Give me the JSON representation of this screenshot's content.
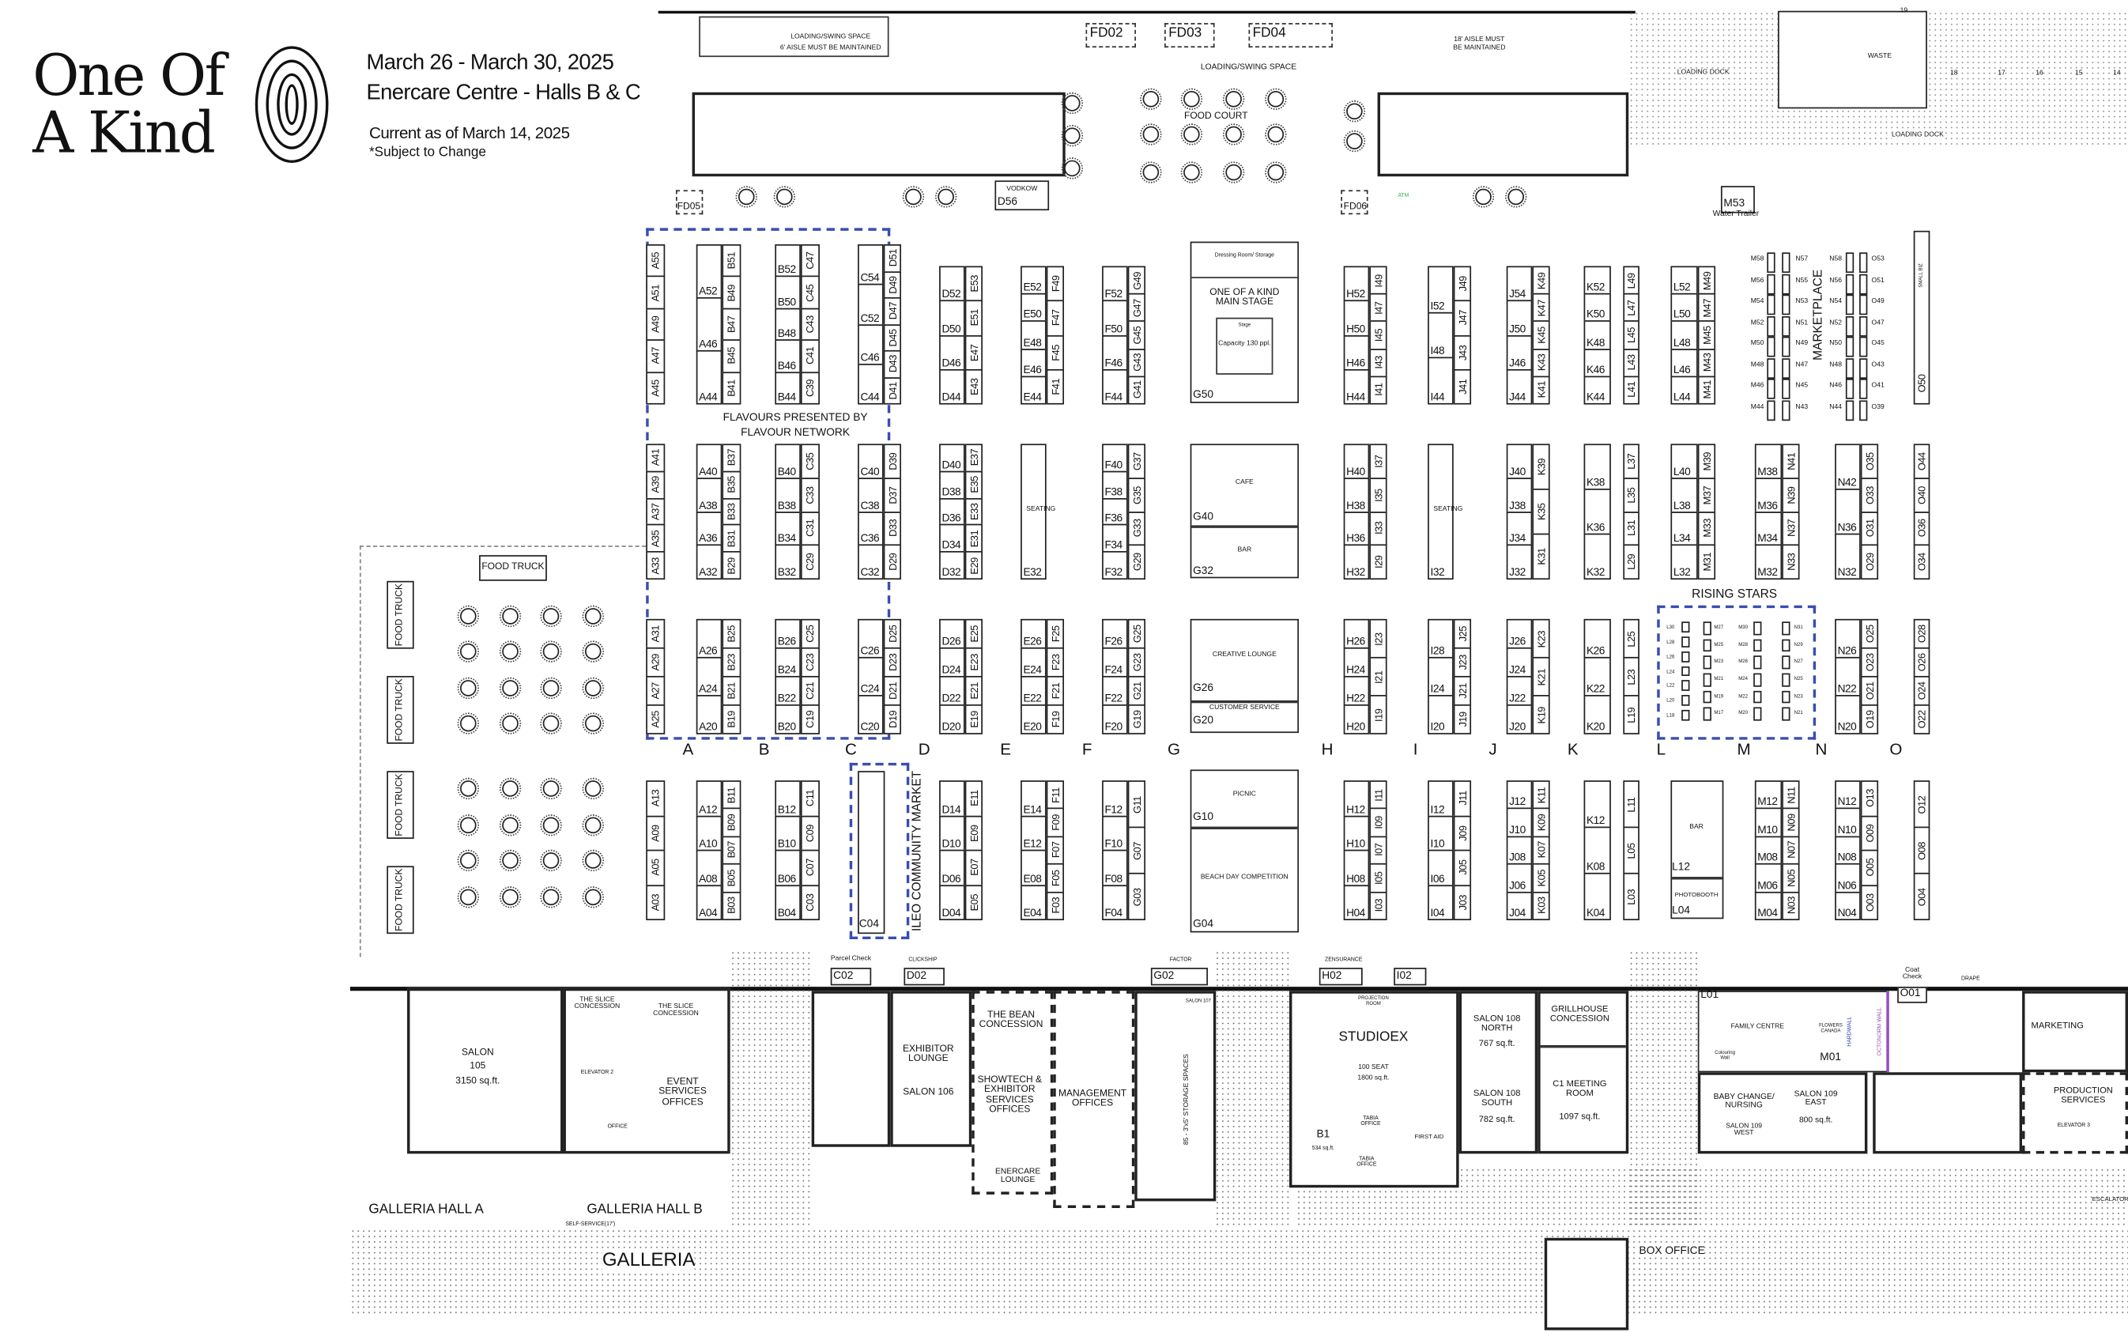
{
  "header": {
    "logo_line1": "One Of",
    "logo_line2": "A Kind",
    "dates": "March 26 - March 30, 2025",
    "venue": "Enercare Centre - Halls B & C",
    "current_as_of": "Current as of March 14, 2025",
    "disclaimer": "*Subject to Change"
  },
  "colors": {
    "feature_outline": "#3a4db0",
    "atm": "#3cb44b",
    "octonorm_wall": "#9b4fc0",
    "line": "#111111"
  },
  "top": {
    "loading_swing_left": "LOADING/SWING SPACE",
    "aisle_6": "6' AISLE MUST BE MAINTAINED",
    "fd02": "FD02",
    "fd03": "FD03",
    "fd04": "FD04",
    "loading_swing_center": "LOADING/SWING SPACE",
    "food_court": "FOOD COURT",
    "vodkow": "VODKOW",
    "d56": "D56",
    "fd05": "FD05",
    "fd06": "FD06",
    "aisle_18_line1": "18' AISLE MUST",
    "aisle_18_line2": "BE MAINTAINED",
    "loading_dock_upper": "LOADING DOCK",
    "waste": "WASTE",
    "loading_dock_lower": "LOADING DOCK",
    "m53": "M53",
    "water_trailer": "Water Trailer",
    "dock_numbers": [
      "19",
      "18",
      "17",
      "16",
      "15",
      "14"
    ],
    "atm": "ATM"
  },
  "zones": {
    "flavours_line1": "FLAVOURS PRESENTED BY",
    "flavours_line2": "FLAVOUR NETWORK",
    "rising_stars": "RISING STARS",
    "marketplace": "MARKETPLACE",
    "small_biz": "SMALL BIZ",
    "community_market": "ILEO COMMUNITY MARKET",
    "food_truck": "FOOD TRUCK",
    "main_stage_line1": "ONE OF A KIND",
    "main_stage_line2": "MAIN STAGE",
    "dressing_room": "Dressing Room/ Storage",
    "stage": "Stage",
    "capacity": "Capacity 130 ppl.",
    "g50": "G50",
    "cafe": "CAFE",
    "g40": "G40",
    "bar": "BAR",
    "g32": "G32",
    "creative_lounge": "CREATIVE LOUNGE",
    "g26": "G26",
    "customer_service": "CUSTOMER SERVICE",
    "g20": "G20",
    "picnic": "PICNIC",
    "g10": "G10",
    "beach_day": "BEACH DAY COMPETITION",
    "g04": "G04",
    "seating": "SEATING",
    "l_bar": "BAR",
    "l12": "L12",
    "photobooth": "PHOTOBOOTH",
    "l04": "L04",
    "c04": "C04"
  },
  "aisles": [
    "A",
    "B",
    "C",
    "D",
    "E",
    "F",
    "G",
    "H",
    "I",
    "J",
    "K",
    "L",
    "M",
    "N",
    "O"
  ],
  "booths": {
    "b1": {
      "a_n": [
        "A55",
        "A51",
        "A49",
        "A47",
        "A45"
      ],
      "a_w": [
        "A52",
        "A46",
        "A44"
      ],
      "b_n": [
        "B51",
        "B49",
        "B47",
        "B45",
        "B41"
      ],
      "b_w": [
        "B52",
        "B50",
        "B48",
        "B46",
        "B44"
      ],
      "c_n": [
        "C47",
        "C45",
        "C43",
        "C41",
        "C39"
      ],
      "c_w": [
        "C54",
        "C52",
        "C46",
        "C44"
      ],
      "d_n": [
        "D51",
        "D49",
        "D47",
        "D45",
        "D43",
        "D41"
      ],
      "d_w": [
        "D52",
        "D50",
        "D46",
        "D44"
      ],
      "e_n": [
        "E53",
        "E51",
        "E47",
        "E43"
      ],
      "e_w": [
        "E52",
        "E50",
        "E48",
        "E46",
        "E44"
      ],
      "f_n": [
        "F49",
        "F47",
        "F45",
        "F41"
      ],
      "f_w": [
        "F52",
        "F50",
        "F46",
        "F44"
      ],
      "g_n": [
        "G49",
        "G47",
        "G45",
        "G43",
        "G41"
      ],
      "h_w": [
        "H52",
        "H50",
        "H46",
        "H44"
      ],
      "i_n": [
        "I49",
        "I47",
        "I45",
        "I43",
        "I41"
      ],
      "i_w": [
        "I52",
        "I48",
        "I44"
      ],
      "j_n": [
        "J49",
        "J47",
        "J43",
        "J41"
      ],
      "j_w": [
        "J54",
        "J50",
        "J46",
        "J44"
      ],
      "k_n": [
        "K49",
        "K47",
        "K45",
        "K43",
        "K41"
      ],
      "k_w": [
        "K52",
        "K50",
        "K48",
        "K46",
        "K44"
      ],
      "l_n": [
        "L49",
        "L47",
        "L45",
        "L43",
        "L41"
      ],
      "l_w": [
        "L52",
        "L50",
        "L48",
        "L46",
        "L44"
      ],
      "m_n": [
        "M49",
        "M47",
        "M45",
        "M43",
        "M41"
      ],
      "o_s": [
        "O50"
      ]
    },
    "b2": {
      "a_n": [
        "A41",
        "A39",
        "A37",
        "A35",
        "A33"
      ],
      "a_w": [
        "A40",
        "A38",
        "A36",
        "A32"
      ],
      "b_n": [
        "B37",
        "B35",
        "B33",
        "B31",
        "B29"
      ],
      "b_w": [
        "B40",
        "B38",
        "B34",
        "B32"
      ],
      "c_n": [
        "C35",
        "C33",
        "C31",
        "C29"
      ],
      "c_w": [
        "C40",
        "C38",
        "C36",
        "C32"
      ],
      "d_n": [
        "D39",
        "D37",
        "D33",
        "D29"
      ],
      "d_w": [
        "D40",
        "D38",
        "D36",
        "D34",
        "D32"
      ],
      "e_n": [
        "E37",
        "E35",
        "E33",
        "E31",
        "E29"
      ],
      "e_w": [
        "E32"
      ],
      "f_w": [
        "F40",
        "F38",
        "F36",
        "F34",
        "F32"
      ],
      "g_n": [
        "G37",
        "G35",
        "G33",
        "G29"
      ],
      "h_w": [
        "H40",
        "H38",
        "H36",
        "H32"
      ],
      "i_n": [
        "I37",
        "I35",
        "I33",
        "I29"
      ],
      "i_w": [
        "I32"
      ],
      "j_w": [
        "J40",
        "J38",
        "J34",
        "J32"
      ],
      "k_n": [
        "K39",
        "K35",
        "K31"
      ],
      "k_w": [
        "K38",
        "K36",
        "K32"
      ],
      "l_n": [
        "L37",
        "L35",
        "L31",
        "L29"
      ],
      "l_w": [
        "L40",
        "L38",
        "L34",
        "L32"
      ],
      "m_n": [
        "M39",
        "M37",
        "M33",
        "M31"
      ],
      "m_w": [
        "M38",
        "M36",
        "M34",
        "M32"
      ],
      "n_n": [
        "N41",
        "N39",
        "N37",
        "N33"
      ],
      "n_w": [
        "N42",
        "N36",
        "N32"
      ],
      "o_n": [
        "O35",
        "O33",
        "O31",
        "O29"
      ],
      "o_s": [
        "O44",
        "O40",
        "O36",
        "O34"
      ]
    },
    "b3": {
      "a_n": [
        "A31",
        "A29",
        "A27",
        "A25"
      ],
      "a_w": [
        "A26",
        "A24",
        "A20"
      ],
      "b_n": [
        "B25",
        "B23",
        "B21",
        "B19"
      ],
      "b_w": [
        "B26",
        "B24",
        "B22",
        "B20"
      ],
      "c_n": [
        "C25",
        "C23",
        "C21",
        "C19"
      ],
      "c_w": [
        "C26",
        "C24",
        "C20"
      ],
      "d_n": [
        "D25",
        "D23",
        "D21",
        "D19"
      ],
      "d_w": [
        "D26",
        "D24",
        "D22",
        "D20"
      ],
      "e_n": [
        "E25",
        "E23",
        "E21",
        "E19"
      ],
      "e_w": [
        "E26",
        "E24",
        "E22",
        "E20"
      ],
      "f_n": [
        "F25",
        "F23",
        "F21",
        "F19"
      ],
      "f_w": [
        "F26",
        "F24",
        "F22",
        "F20"
      ],
      "g_n": [
        "G25",
        "G23",
        "G21",
        "G19"
      ],
      "h_w": [
        "H26",
        "H24",
        "H22",
        "H20"
      ],
      "i_n": [
        "I23",
        "I21",
        "I19"
      ],
      "i_w": [
        "I28",
        "I24",
        "I20"
      ],
      "j_n": [
        "J25",
        "J23",
        "J21",
        "J19"
      ],
      "j_w": [
        "J26",
        "J24",
        "J22",
        "J20"
      ],
      "k_n": [
        "K23",
        "K21",
        "K19"
      ],
      "k_w": [
        "K26",
        "K22",
        "K20"
      ],
      "l_n": [
        "L25",
        "L23",
        "L19"
      ],
      "n_w": [
        "N26",
        "N22",
        "N20"
      ],
      "o_n": [
        "O25",
        "O23",
        "O21",
        "O19"
      ],
      "o_s": [
        "O28",
        "O26",
        "O24",
        "O22"
      ]
    },
    "b4": {
      "a_n": [
        "A13",
        "A09",
        "A05",
        "A03"
      ],
      "a_w": [
        "A12",
        "A10",
        "A08",
        "A04"
      ],
      "b_n": [
        "B11",
        "B09",
        "B07",
        "B05",
        "B03"
      ],
      "b_w": [
        "B12",
        "B10",
        "B06",
        "B04"
      ],
      "c_n": [
        "C11",
        "C09",
        "C07",
        "C03"
      ],
      "d_w": [
        "D14",
        "D10",
        "D06",
        "D04"
      ],
      "e_n": [
        "E11",
        "E09",
        "E07",
        "E05"
      ],
      "e_w": [
        "E14",
        "E12",
        "E08",
        "E04"
      ],
      "f_n": [
        "F11",
        "F09",
        "F07",
        "F05",
        "F03"
      ],
      "f_w": [
        "F12",
        "F10",
        "F08",
        "F04"
      ],
      "g_n": [
        "G11",
        "G07",
        "G03"
      ],
      "h_w": [
        "H12",
        "H10",
        "H08",
        "H04"
      ],
      "i_n": [
        "I11",
        "I09",
        "I07",
        "I05",
        "I03"
      ],
      "i_w": [
        "I12",
        "I10",
        "I06",
        "I04"
      ],
      "j_n": [
        "J11",
        "J09",
        "J05",
        "J03"
      ],
      "j_w": [
        "J12",
        "J10",
        "J08",
        "J06",
        "J04"
      ],
      "k_n": [
        "K11",
        "K09",
        "K07",
        "K05",
        "K03"
      ],
      "k_w": [
        "K12",
        "K08",
        "K04"
      ],
      "l_n": [
        "L11",
        "L05",
        "L03"
      ],
      "m_w": [
        "M12",
        "M10",
        "M08",
        "M06",
        "M04"
      ],
      "n_n": [
        "N11",
        "N09",
        "N07",
        "N05",
        "N03"
      ],
      "n_w": [
        "N12",
        "N10",
        "N08",
        "N06",
        "N04"
      ],
      "o_n": [
        "O13",
        "O09",
        "O05",
        "O03"
      ],
      "o_s": [
        "O12",
        "O08",
        "O04"
      ]
    },
    "marketplace": [
      [
        "M58",
        "M56",
        "M54",
        "M52",
        "M50",
        "M48",
        "M46",
        "M44"
      ],
      [
        "N57",
        "N55",
        "N53",
        "N51",
        "N49",
        "N47",
        "N45",
        "N43"
      ],
      [
        "N58",
        "N56",
        "N54",
        "N52",
        "N50",
        "N48",
        "N46",
        "N44"
      ],
      [
        "O53",
        "O51",
        "O49",
        "O47",
        "O45",
        "O43",
        "O41",
        "O39"
      ]
    ],
    "rising_stars": [
      [
        "L30",
        "L28",
        "L26",
        "L24",
        "L22",
        "L20",
        "L18"
      ],
      [
        "M27",
        "M25",
        "M23",
        "M21",
        "M19",
        "M17"
      ],
      [
        "M30",
        "M28",
        "M26",
        "M24",
        "M22",
        "M20"
      ],
      [
        "N31",
        "N29",
        "N27",
        "N25",
        "N23",
        "N21"
      ]
    ]
  },
  "bottom": {
    "salon105": "SALON",
    "salon105_num": "105",
    "salon105_area": "3150 sq.ft.",
    "slice1": "THE SLICE CONCESSION",
    "slice2": "THE SLICE CONCESSION",
    "elevator2": "ELEVATOR 2",
    "office": "OFFICE",
    "event_services": "EVENT SERVICES OFFICES",
    "galleria_hall_a": "GALLERIA HALL A",
    "galleria_hall_b": "GALLERIA HALL B",
    "self_service": "SELF-SERVICE(17')",
    "galleria": "GALLERIA",
    "parcel_check": "Parcel Check",
    "c02": "C02",
    "clickship": "CLICKSHIP",
    "d02": "D02",
    "exhibitor_lounge": "EXHIBITOR LOUNGE",
    "salon106": "SALON 106",
    "bean": "THE BEAN CONCESSION",
    "showtech": "SHOWTECH & EXHIBITOR SERVICES OFFICES",
    "enercare_lounge": "ENERCARE LOUNGE",
    "management": "MANAGEMENT OFFICES",
    "factor": "FACTOR",
    "g02": "G02",
    "storage": "85 - 3'x5' STORAGE SPACES",
    "salon107": "SALON 107",
    "zensurance": "ZENSURANCE",
    "h02": "H02",
    "i02": "I02",
    "projection": "PROJECTION ROOM",
    "studioex": "STUDIOEX",
    "studioex_seats": "100 SEAT",
    "studioex_area": "1800 sq.ft.",
    "b1": "B1",
    "b1_area": "534 sq.ft.",
    "tabia1": "TABIA OFFICE",
    "tabia2": "TABIA OFFICE",
    "first_aid": "FIRST AID",
    "salon108n": "SALON 108 NORTH",
    "salon108n_area": "767 sq.ft.",
    "salon108s": "SALON 108 SOUTH",
    "salon108s_area": "782 sq.ft.",
    "grillhouse": "GRILLHOUSE CONCESSION",
    "c1": "C1 MEETING ROOM",
    "c1_area": "1097 sq.ft.",
    "l01": "L01",
    "family_centre": "FAMILY CENTRE",
    "colouring_wall": "Colouring Wall",
    "flowers_canada": "FLOWERS CANADA",
    "m01": "M01",
    "hardwall": "HARDWALL",
    "octonorm": "OCTONORM WALL",
    "coat_check": "Coat Check",
    "o01": "O01",
    "drape": "DRAPE",
    "marketing": "MARKETING",
    "baby_change": "BABY CHANGE/ NURSING",
    "salon109w": "SALON 109 WEST",
    "salon109e": "SALON 109 EAST",
    "salon109e_area": "800 sq.ft.",
    "production": "PRODUCTION SERVICES",
    "elevator3": "ELEVATOR 3",
    "escalator": "ESCALATOR",
    "box_office": "BOX OFFICE"
  }
}
